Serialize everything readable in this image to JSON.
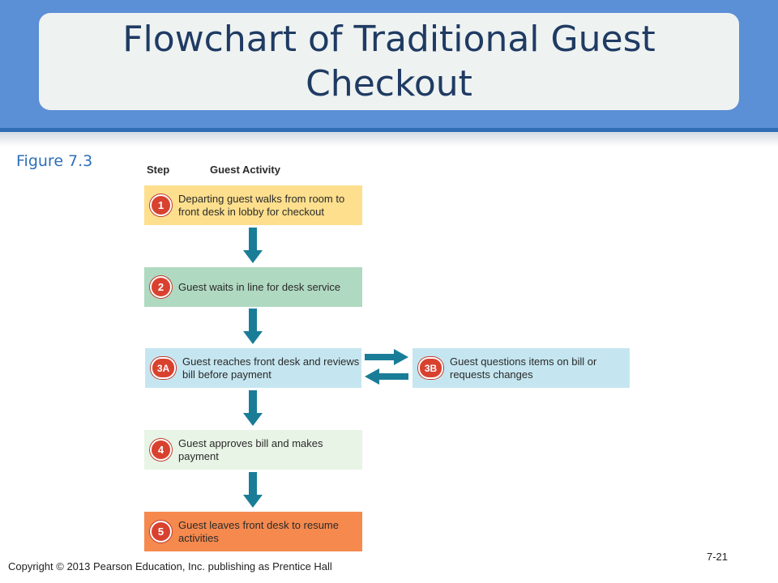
{
  "title": "Flowchart of Traditional Guest Checkout",
  "figure_label": "Figure 7.3",
  "columns": {
    "step": "Step",
    "activity": "Guest Activity"
  },
  "steps": [
    {
      "id": "1",
      "text": "Departing guest walks from room to front desk in lobby for checkout",
      "color": "#fddf8d"
    },
    {
      "id": "2",
      "text": "Guest waits in line for desk service",
      "color": "#b0d9c1"
    },
    {
      "id": "3A",
      "text": "Guest reaches front desk and reviews bill before payment",
      "color": "#c5e6f0"
    },
    {
      "id": "3B",
      "text": "Guest questions items on bill or requests changes",
      "color": "#c5e6f0"
    },
    {
      "id": "4",
      "text": "Guest approves bill and makes payment",
      "color": "#e8f4e6"
    },
    {
      "id": "5",
      "text": "Guest leaves front desk to resume activities",
      "color": "#f5894e"
    }
  ],
  "colors": {
    "arrow": "#1a7d98",
    "badge": "#d9412f",
    "header": "#5b8fd6",
    "title_text": "#1f3b63"
  },
  "footer": {
    "copyright": "Copyright © 2013 Pearson Education, Inc. publishing as Prentice Hall",
    "page_number": "7-21"
  }
}
